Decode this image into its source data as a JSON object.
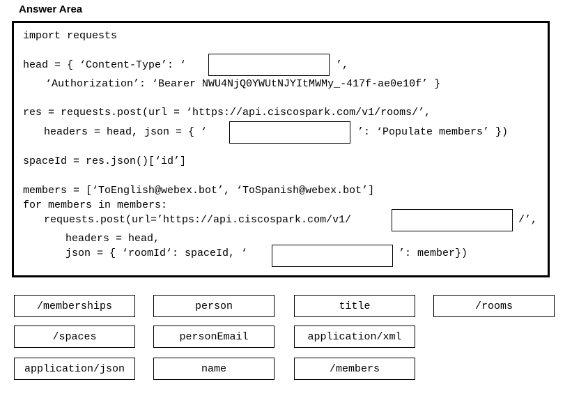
{
  "title": "Answer Area",
  "code": {
    "l1": "import requests",
    "l2a": "head = { ‘Content-Type’: ‘",
    "l2b": "’,",
    "l3": "‘Authorization’: ‘Bearer NWU4NjQ0YWUtNJYItMWMy_-417f-ae0e10f’ }",
    "l4": "res = requests.post(url = ‘https://api.ciscospark.com/v1/rooms/’,",
    "l5a": "headers = head, json = { ‘",
    "l5b": "’: ‘Populate members’ })",
    "l6": "spaceId = res.json()[‘id’]",
    "l7": "members = [‘ToEnglish@webex.bot’, ‘ToSpanish@webex.bot’]",
    "l8": "for members in members:",
    "l9a": "requests.post(url=’https://api.ciscospark.com/v1/",
    "l9b": "/’,",
    "l10": "headers = head,",
    "l11a": "json = { ‘roomId‘: spaceId, ‘",
    "l11b": "’: member})"
  },
  "tiles": [
    "/memberships",
    "person",
    "title",
    "/rooms",
    "/spaces",
    "personEmail",
    "application/xml",
    "application/json",
    "name",
    "/members"
  ]
}
